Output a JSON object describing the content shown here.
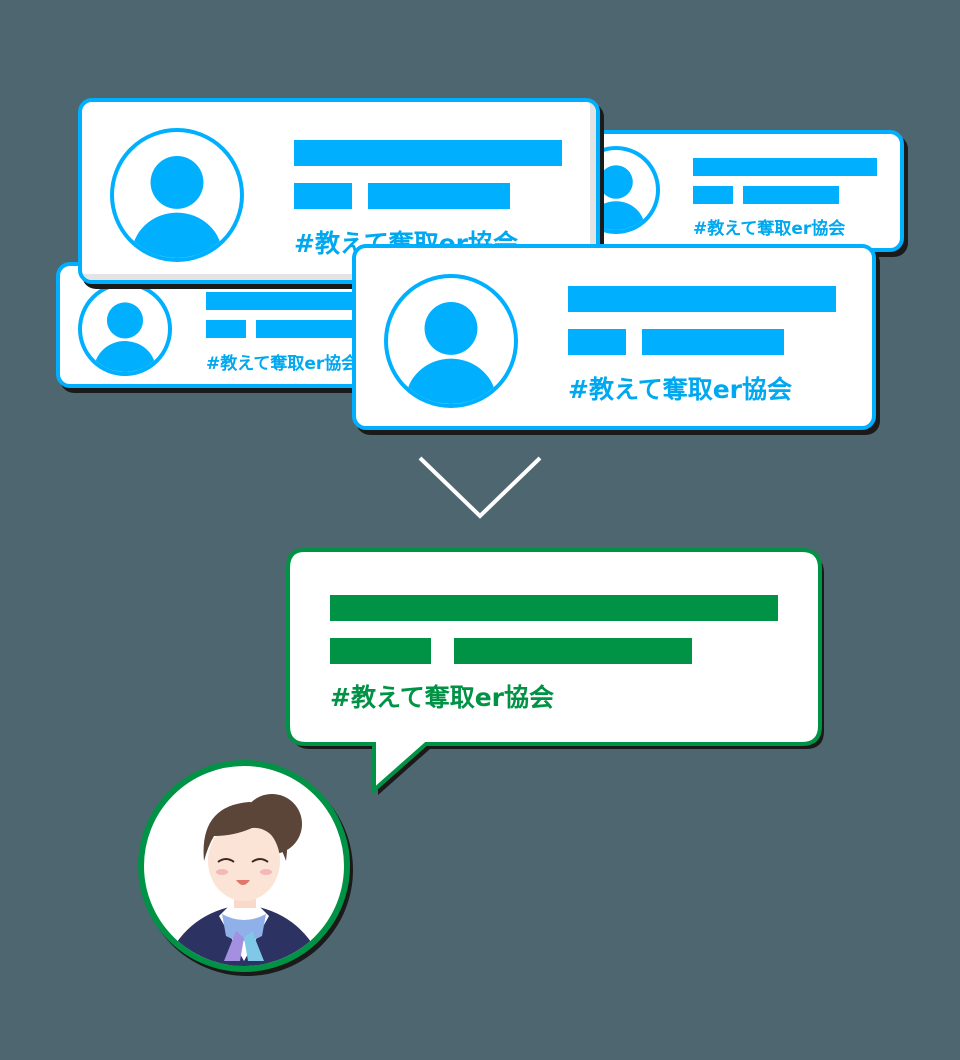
{
  "colors": {
    "background": "#4d6670",
    "blue_accent": "#00b0ff",
    "green_accent": "#009245",
    "card_bg": "#ffffff"
  },
  "blue_cards": [
    {
      "id": "card-back-right",
      "tag": "#教えて奪取er協会"
    },
    {
      "id": "card-back-left",
      "tag": "#教えて奪取er協会"
    },
    {
      "id": "card-front-top",
      "tag": "#教えて奪取er協会"
    },
    {
      "id": "card-front-bottom",
      "tag": "#教えて奪取er協会"
    }
  ],
  "arrow": {
    "icon": "chevron-down-icon"
  },
  "speech_bubble": {
    "tag": "#教えて奪取er協会"
  },
  "speaker": {
    "description": "Anime-style woman with brown hair in a bun, eyes closed smiling, wearing navy blazer with striped scarf"
  }
}
